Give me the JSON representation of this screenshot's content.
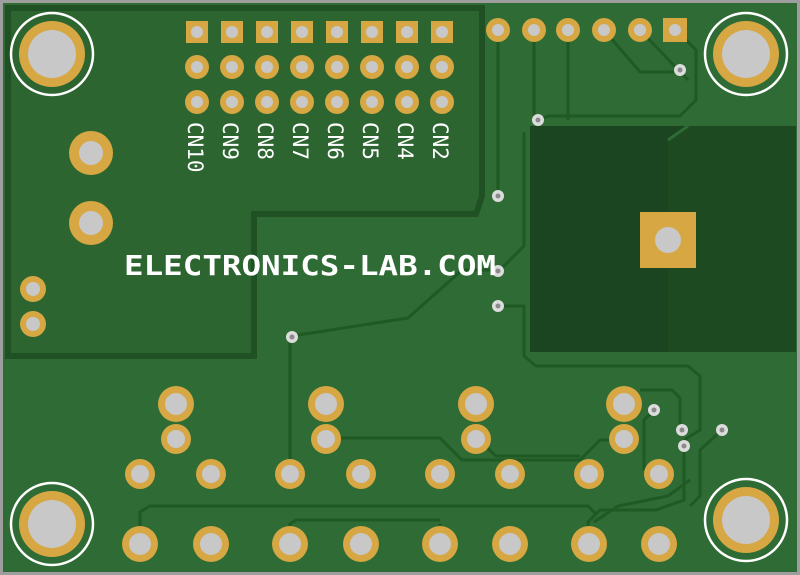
{
  "board": {
    "brand_text": "ELECTRONICS-LAB.COM",
    "connector_labels": [
      "CN10",
      "CN9",
      "CN8",
      "CN7",
      "CN6",
      "CN5",
      "CN4",
      "CN2"
    ],
    "colors": {
      "substrate": "#2f6b34",
      "copper_pour": "#2a612e",
      "copper_dark": "#1f4f23",
      "pad_gold": "#d6a743",
      "drill_gray": "#c8c8c8",
      "silkscreen": "#ffffff",
      "frame": "#9e9e9e"
    }
  }
}
